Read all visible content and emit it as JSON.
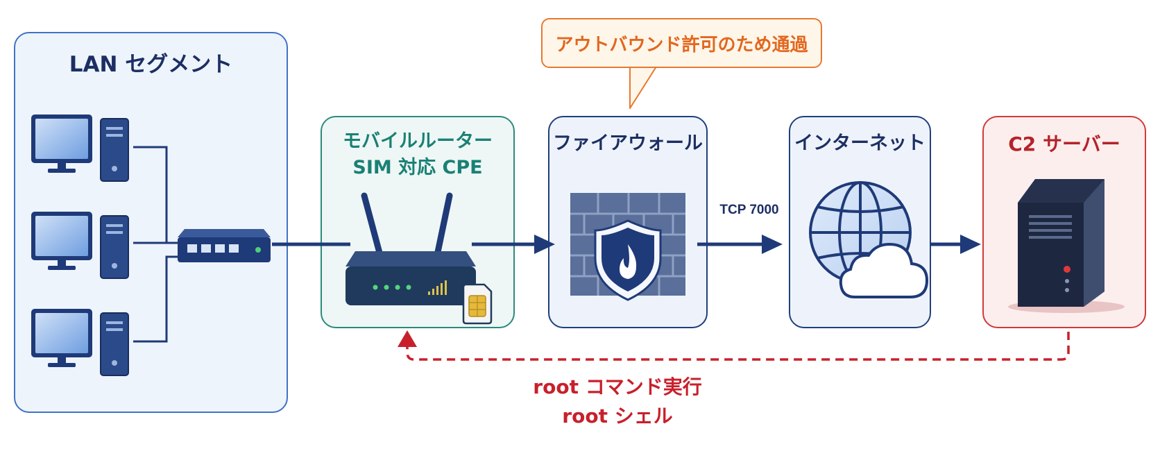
{
  "lan_segment": {
    "title": "LAN セグメント"
  },
  "mobile_router": {
    "title_line1": "モバイルルーター",
    "title_line2": "SIM 対応 CPE"
  },
  "firewall": {
    "title": "ファイアウォール"
  },
  "internet": {
    "title": "インターネット"
  },
  "c2_server": {
    "title": "C2 サーバー"
  },
  "callout": {
    "text": "アウトバウンド許可のため通過"
  },
  "connection": {
    "protocol_label": "TCP 7000"
  },
  "return_path": {
    "line1": "root コマンド実行",
    "line2": "root シェル"
  },
  "colors": {
    "navy": "#1c3a78",
    "teal": "#2a8a7c",
    "red": "#d0393b",
    "orange": "#e8782d",
    "blue_fill": "#eef4fc"
  },
  "icons": [
    "desktop-computer-icon",
    "network-switch-icon",
    "wireless-router-icon",
    "sim-card-icon",
    "firewall-shield-icon",
    "globe-icon",
    "cloud-icon",
    "server-tower-icon"
  ]
}
